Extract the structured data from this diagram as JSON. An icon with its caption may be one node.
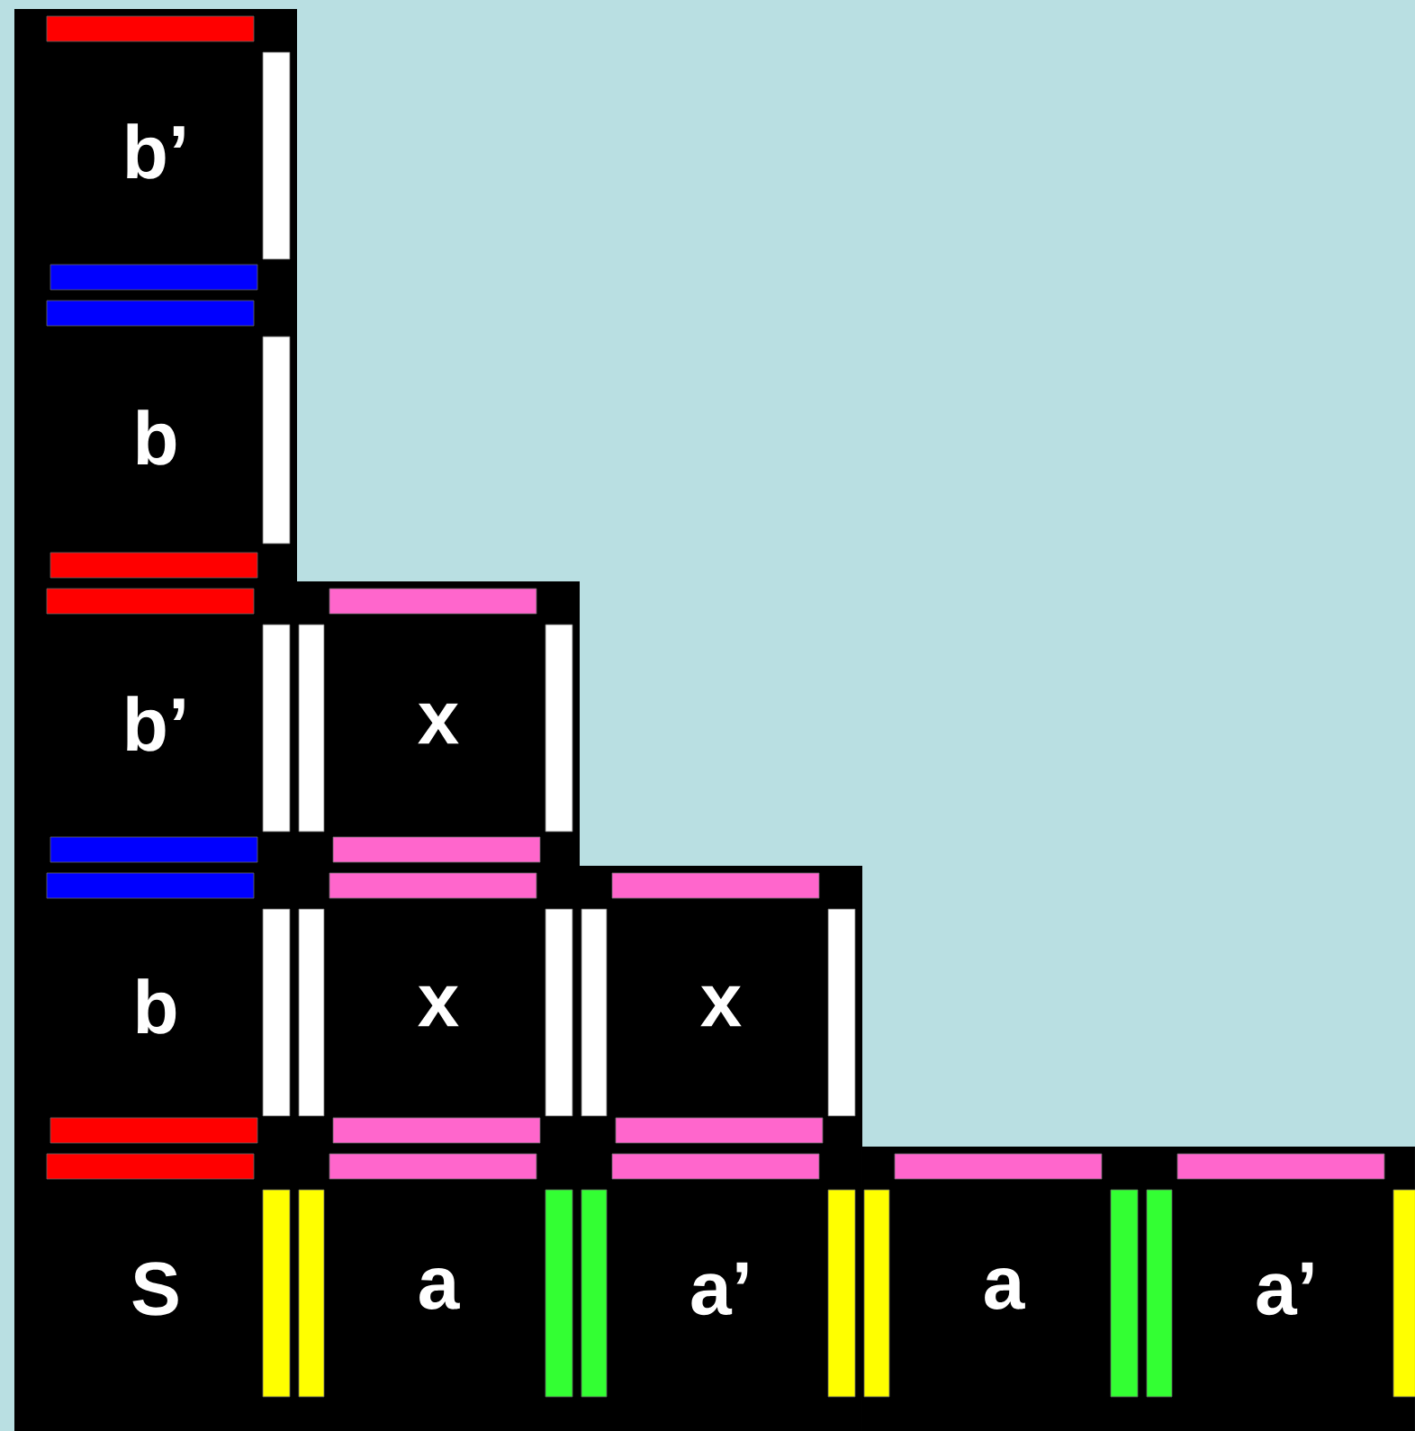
{
  "diagram": {
    "nodes": [
      {
        "text": [
          "b’"
        ]
      },
      {
        "text": [
          "b"
        ]
      },
      {
        "text": [
          "b’"
        ]
      },
      {
        "text": [
          "x"
        ]
      },
      {
        "text": [
          "b"
        ]
      },
      {
        "text": [
          "x"
        ]
      },
      {
        "text": [
          "x"
        ]
      },
      {
        "text": [
          "S"
        ]
      },
      {
        "text": [
          "a"
        ]
      },
      {
        "text": [
          "a’"
        ]
      },
      {
        "text": [
          "a"
        ]
      },
      {
        "text": [
          "a’"
        ]
      }
    ]
  }
}
